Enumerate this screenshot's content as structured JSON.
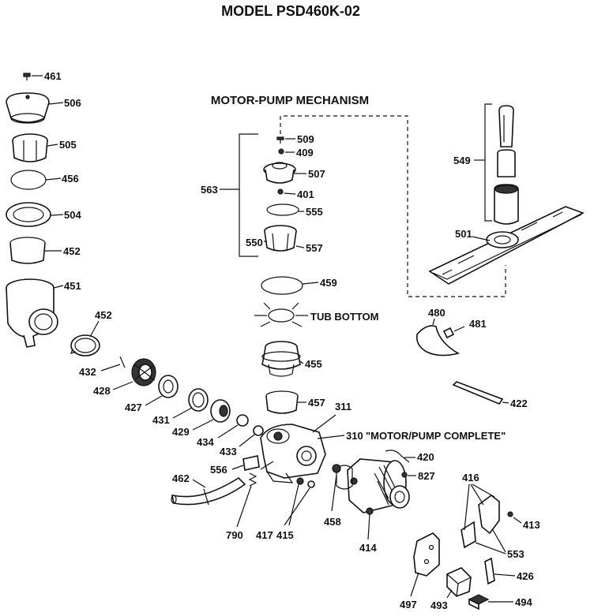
{
  "title": "MODEL PSD460K-02",
  "subtitle": "MOTOR-PUMP MECHANISM",
  "annotations": {
    "tub_bottom": "TUB BOTTOM",
    "motor_pump_complete": "\"MOTOR/PUMP COMPLETE\""
  },
  "labels": {
    "p461": "461",
    "p506": "506",
    "p505": "505",
    "p456": "456",
    "p504": "504",
    "p452a": "452",
    "p451": "451",
    "p452b": "452",
    "p432": "432",
    "p428": "428",
    "p427": "427",
    "p431": "431",
    "p429": "429",
    "p434": "434",
    "p433": "433",
    "p509": "509",
    "p409": "409",
    "p507": "507",
    "p563": "563",
    "p401": "401",
    "p555": "555",
    "p550": "550",
    "p557": "557",
    "p459": "459",
    "p455": "455",
    "p457": "457",
    "p311": "311",
    "p310": "310",
    "p420": "420",
    "p827": "827",
    "p556": "556",
    "p462": "462",
    "p790": "790",
    "p417": "417",
    "p415": "415",
    "p458": "458",
    "p414": "414",
    "p549": "549",
    "p501": "501",
    "p480": "480",
    "p481": "481",
    "p422": "422",
    "p416": "416",
    "p413": "413",
    "p553": "553",
    "p426": "426",
    "p497": "497",
    "p493": "493",
    "p494": "494"
  }
}
